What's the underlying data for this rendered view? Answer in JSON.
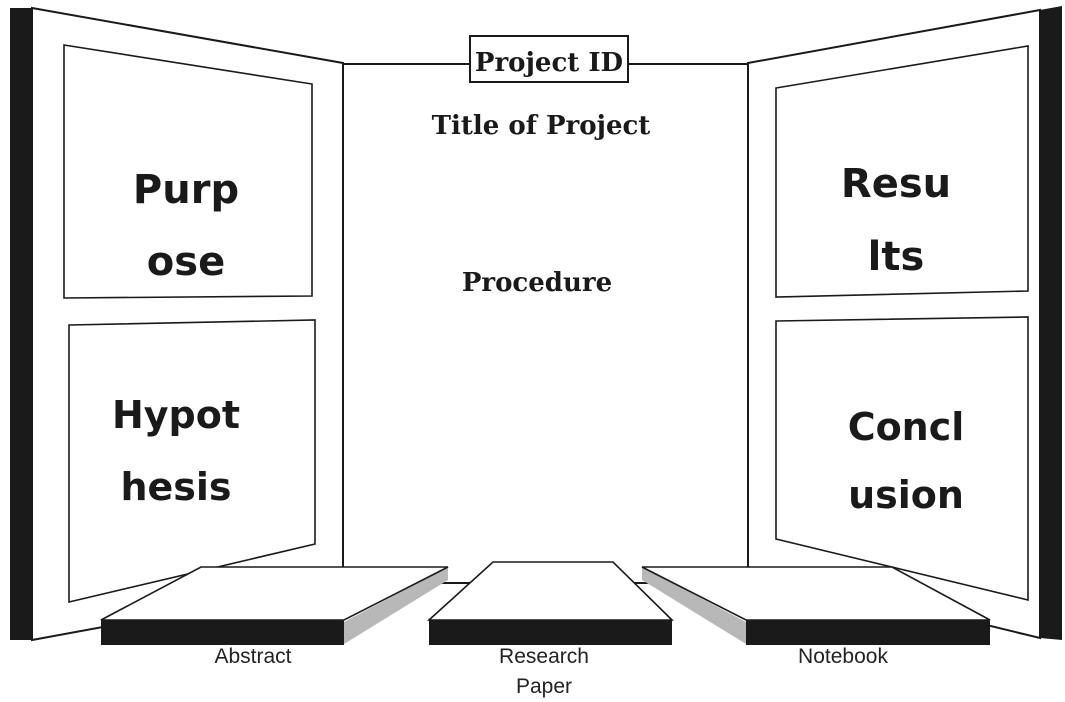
{
  "board": {
    "project_id": "Project ID",
    "title": "Title of Project",
    "center_label": "Procedure"
  },
  "left_panel": {
    "top_box": {
      "line1": "Purp",
      "line2": "ose"
    },
    "bottom_box": {
      "line1": "Hypot",
      "line2": "hesis"
    }
  },
  "right_panel": {
    "top_box": {
      "line1": "Resu",
      "line2": "lts"
    },
    "bottom_box": {
      "line1": "Concl",
      "line2": "usion"
    }
  },
  "documents": {
    "left": {
      "line1": "Abstract"
    },
    "middle": {
      "line1": "Research",
      "line2": "Paper"
    },
    "right": {
      "line1": "Notebook"
    }
  },
  "colors": {
    "outline": "#1a1a1a",
    "fill": "#ffffff",
    "book_shadow": "#b8b8b8"
  }
}
